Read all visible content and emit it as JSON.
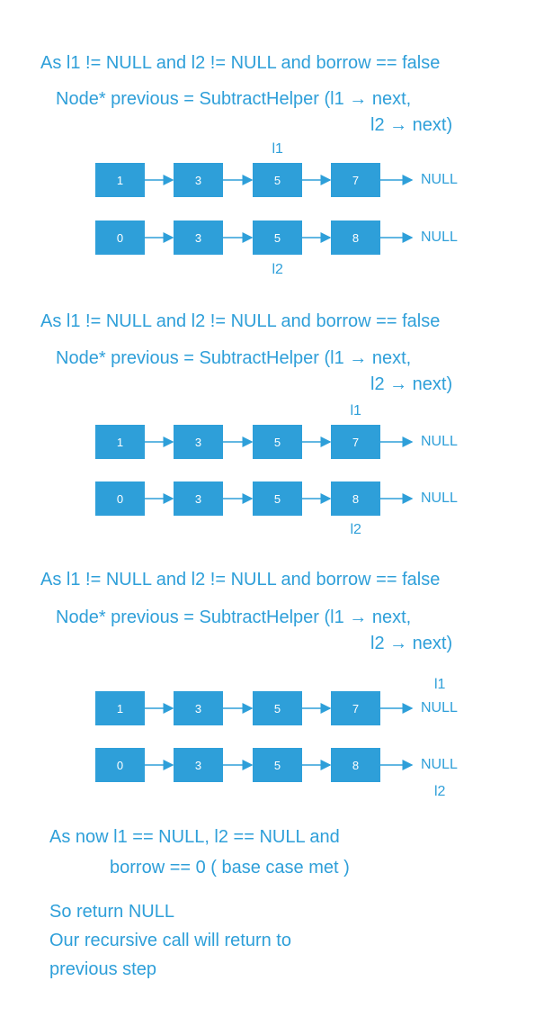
{
  "colors": {
    "accent": "#2e9fd9",
    "node_text": "#ffffff",
    "background": "#ffffff"
  },
  "steps": [
    {
      "condition": "As l1 != NULL  and l2 != NULL and borrow == false",
      "call_line1": "Node* previous = SubtractHelper   (l1 → next,",
      "call_line2": "l2 → next)",
      "list1": {
        "values": [
          "1",
          "3",
          "5",
          "7"
        ],
        "null_label": "NULL",
        "pointer_label": "l1",
        "pointer_at": 2
      },
      "list2": {
        "values": [
          "0",
          "3",
          "5",
          "8"
        ],
        "null_label": "NULL",
        "pointer_label": "l2",
        "pointer_at": 2
      }
    },
    {
      "condition": "As l1 != NULL  and l2 != NULL and borrow == false",
      "call_line1": "Node* previous = SubtractHelper   (l1 → next,",
      "call_line2": "l2 → next)",
      "list1": {
        "values": [
          "1",
          "3",
          "5",
          "7"
        ],
        "null_label": "NULL",
        "pointer_label": "l1",
        "pointer_at": 3
      },
      "list2": {
        "values": [
          "0",
          "3",
          "5",
          "8"
        ],
        "null_label": "NULL",
        "pointer_label": "l2",
        "pointer_at": 3
      }
    },
    {
      "condition": "As l1 != NULL  and l2 != NULL and borrow == false",
      "call_line1": "Node* previous = SubtractHelper   (l1 → next,",
      "call_line2": "l2 → next)",
      "list1": {
        "values": [
          "1",
          "3",
          "5",
          "7"
        ],
        "null_label": "NULL",
        "pointer_label": "l1",
        "pointer_at": 4
      },
      "list2": {
        "values": [
          "0",
          "3",
          "5",
          "8"
        ],
        "null_label": "NULL",
        "pointer_label": "l2",
        "pointer_at": 4
      }
    }
  ],
  "base_case": {
    "line1": "As now l1 == NULL, l2 == NULL  and",
    "line2": "borrow == 0  ( base case met )"
  },
  "conclusion": {
    "line1": "So return NULL",
    "line2": "Our recursive call will return to",
    "line3": "previous step"
  }
}
